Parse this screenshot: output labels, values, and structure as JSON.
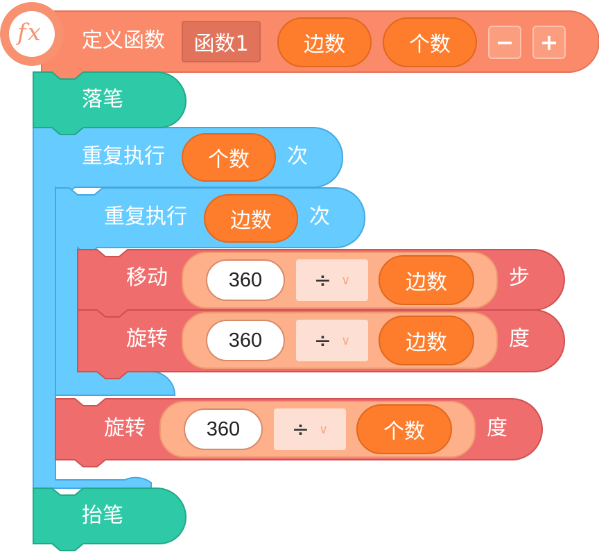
{
  "colors": {
    "function_block": "#fa8a6a",
    "pen_block": "#2ec9a7",
    "loop_block": "#66ccff",
    "motion_block": "#f06d6d",
    "variable_pill": "#fe7d2c",
    "operator_slot": "#fdb089"
  },
  "define_block": {
    "icon": "fx-icon",
    "icon_text": "fx",
    "label": "定义函数",
    "function_name": "函数1",
    "params": [
      "边数",
      "个数"
    ],
    "minus_label": "−",
    "plus_label": "+"
  },
  "pen_down": {
    "label": "落笔"
  },
  "outer_repeat": {
    "prefix": "重复执行",
    "count_var": "个数",
    "suffix": "次"
  },
  "inner_repeat": {
    "prefix": "重复执行",
    "count_var": "边数",
    "suffix": "次"
  },
  "move_block": {
    "label": "移动",
    "operand": "360",
    "operator": "÷",
    "variable": "边数",
    "unit": "步"
  },
  "turn_inner_block": {
    "label": "旋转",
    "operand": "360",
    "operator": "÷",
    "variable": "边数",
    "unit": "度"
  },
  "turn_outer_block": {
    "label": "旋转",
    "operand": "360",
    "operator": "÷",
    "variable": "个数",
    "unit": "度"
  },
  "pen_up": {
    "label": "抬笔"
  }
}
